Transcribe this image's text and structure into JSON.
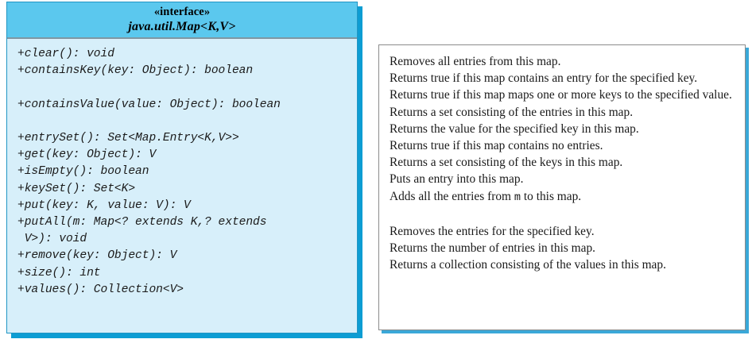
{
  "uml": {
    "stereotype": "«interface»",
    "class_name": "java.util.Map<K,V>",
    "header_bg": "#5bc8ee",
    "body_bg": "#d7effa",
    "border_color": "#2196c4",
    "shadow_color": "#0d9dd3",
    "methods": [
      {
        "signature": "+clear(): void",
        "gap_after": false
      },
      {
        "signature": "+containsKey(key: Object): boolean",
        "gap_after": true
      },
      {
        "signature": "+containsValue(value: Object): boolean",
        "gap_after": true
      },
      {
        "signature": "+entrySet(): Set<Map.Entry<K,V>>",
        "gap_after": false
      },
      {
        "signature": "+get(key: Object): V",
        "gap_after": false
      },
      {
        "signature": "+isEmpty(): boolean",
        "gap_after": false
      },
      {
        "signature": "+keySet(): Set<K>",
        "gap_after": false
      },
      {
        "signature": "+put(key: K, value: V): V",
        "gap_after": false
      },
      {
        "signature": "+putAll(m: Map<? extends K,? extends",
        "gap_after": false
      },
      {
        "signature": " V>): void",
        "gap_after": false
      },
      {
        "signature": "+remove(key: Object): V",
        "gap_after": false
      },
      {
        "signature": "+size(): int",
        "gap_after": false
      },
      {
        "signature": "+values(): Collection<V>",
        "gap_after": false
      }
    ]
  },
  "descriptions": {
    "border_color": "#8b8b8b",
    "shadow_color": "#3aa8d8",
    "items": [
      {
        "text": "Removes all entries from this map.",
        "gap_after": false
      },
      {
        "text": "Returns true if this map contains an entry for the specified key.",
        "gap_after": false
      },
      {
        "text": "Returns true if this map maps one or more keys to the specified value.",
        "gap_after": false
      },
      {
        "text": "Returns a set consisting of the entries in this map.",
        "gap_after": false
      },
      {
        "text": "Returns the value for the specified key in this map.",
        "gap_after": false
      },
      {
        "text": "Returns true if this map contains no entries.",
        "gap_after": false
      },
      {
        "text": "Returns a set consisting of the keys in this map.",
        "gap_after": false
      },
      {
        "text": "Puts an entry into this map.",
        "gap_after": false
      },
      {
        "text_parts": [
          {
            "t": "Adds all the entries from ",
            "mono": false
          },
          {
            "t": "m",
            "mono": true
          },
          {
            "t": " to this map.",
            "mono": false
          }
        ],
        "gap_after": true
      },
      {
        "text": "Removes the entries for the specified key.",
        "gap_after": false
      },
      {
        "text": "Returns the number of entries in this map.",
        "gap_after": false
      },
      {
        "text": "Returns a collection consisting of the values in this map.",
        "gap_after": false
      }
    ]
  }
}
